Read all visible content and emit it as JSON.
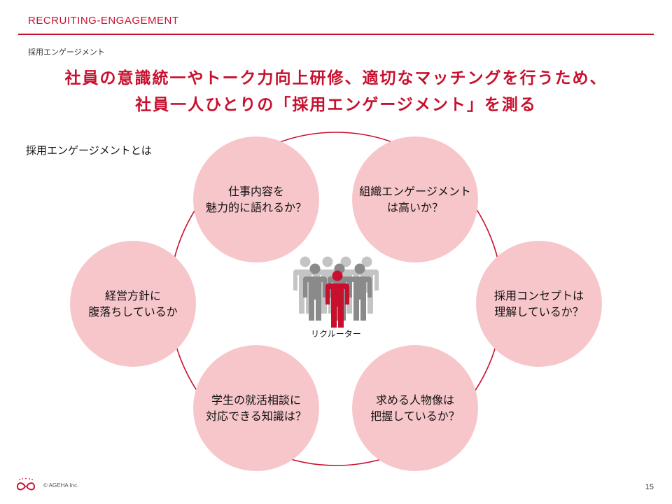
{
  "header": {
    "label": "RECRUITING-ENGAGEMENT"
  },
  "section_label": "採用エンゲージメント",
  "headline": {
    "line1": "社員の意識統一やトーク力向上研修、適切なマッチングを行うため、",
    "line2": "社員一人ひとりの「採用エンゲージメント」を測る"
  },
  "diagram": {
    "label": "採用エンゲージメントとは",
    "center_caption": "リクルーター",
    "circles": [
      {
        "text": "仕事内容を\n魅力的に語れるか？"
      },
      {
        "text": "組織エンゲージメント\nは高いか？"
      },
      {
        "text": "採用コンセプトは\n理解しているか？"
      },
      {
        "text": "求める人物像は\n把握しているか？"
      },
      {
        "text": "学生の就活相談に\n対応できる知識は？"
      },
      {
        "text": "経営方針に\n腹落ちしているか"
      }
    ]
  },
  "colors": {
    "brand_red": "#c8102e",
    "circle_fill": "#f7c6cb",
    "person_gray": "#8a8a8a",
    "person_light_gray": "#b5b5b5"
  },
  "icons": {
    "group": "recruiter-group-icon",
    "logo": "ageha-logo-icon"
  },
  "footer": {
    "copyright": "© AGEHA Inc.",
    "page_number": "15"
  }
}
